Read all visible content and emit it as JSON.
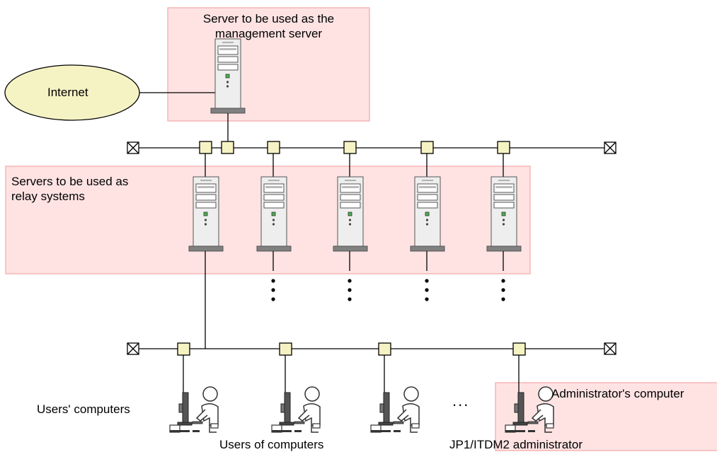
{
  "management_region": {
    "label_line1": "Server to be used as the",
    "label_line2": "management server"
  },
  "internet": {
    "label": "Internet"
  },
  "relay_region": {
    "label_line1": "Servers to be used as",
    "label_line2": "relay systems"
  },
  "users": {
    "computers_label": "Users' computers",
    "people_label": "Users of computers",
    "ellipsis": "..."
  },
  "admin_region": {
    "computer_label": "Administrator's computer",
    "person_label": "JP1/ITDM2 administrator"
  },
  "colors": {
    "region_fill": "#ffe3e3",
    "region_stroke": "#f2a6a6",
    "internet_fill": "#f5f2c4",
    "connector_fill": "#f5f2c4",
    "server_fill": "#eeeeee",
    "server_base": "#808080",
    "led_green": "#4caf50",
    "line": "#000000"
  },
  "icons": {
    "server": "server-tower-icon",
    "terminator": "network-terminator-icon",
    "connector": "network-connector-icon",
    "user_workstation": "user-at-computer-icon"
  }
}
